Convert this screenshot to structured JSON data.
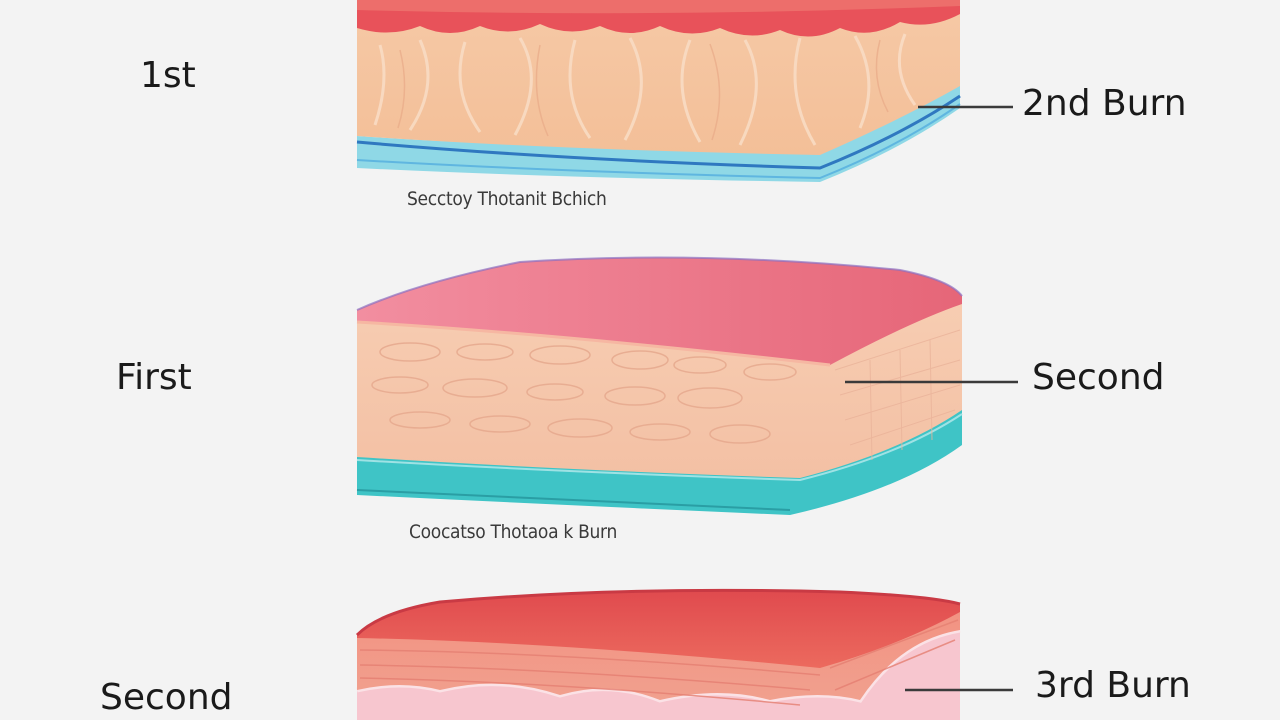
{
  "labels": {
    "left_top": "1st",
    "left_middle": "First",
    "left_bottom": "Second",
    "right_top": "2nd Burn",
    "right_middle": "Second",
    "right_bottom": "3rd Burn",
    "caption_top": "Secctoy Thotanit Bchich",
    "caption_middle": "Coocatso Thotaoa k Burn"
  },
  "colors": {
    "background": "#f3f3f3",
    "epidermis_red": "#e8525a",
    "epidermis_pink": "#e7778a",
    "dermis_peach": "#f4c4a0",
    "subcutaneous_teal": "#3fc4c6",
    "subcutaneous_blue": "#8fd8e6",
    "leader_line": "#3a3a3a"
  }
}
